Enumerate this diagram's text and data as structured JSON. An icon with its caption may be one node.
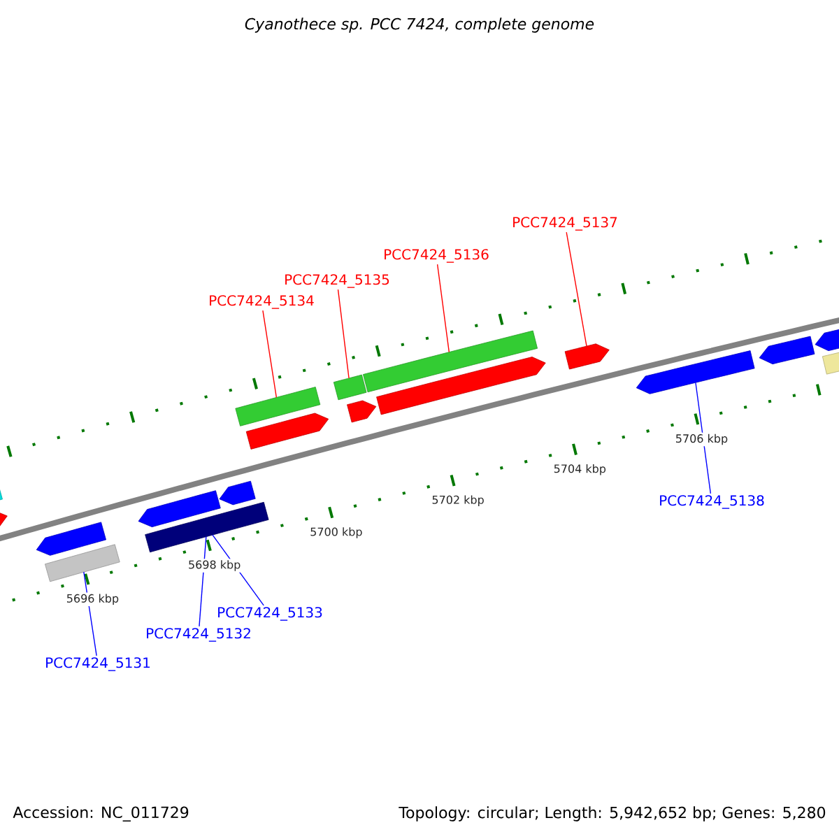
{
  "diagram": {
    "title": "Cyanothece sp. PCC 7424, complete genome",
    "nodes": [
      {
        "text": [
          "PCC7424_5131"
        ]
      },
      {
        "text": [
          "PCC7424_5132"
        ]
      },
      {
        "text": [
          "PCC7424_5133"
        ]
      },
      {
        "text": [
          "PCC7424_5134"
        ]
      },
      {
        "text": [
          "PCC7424_5135"
        ]
      },
      {
        "text": [
          "PCC7424_5136"
        ]
      },
      {
        "text": [
          "PCC7424_5137"
        ]
      },
      {
        "text": [
          "PCC7424_5138"
        ]
      },
      {
        "text": [],
        "shape": "bar"
      },
      {
        "text": [],
        "shape": "arrow"
      },
      {
        "text": [],
        "shape": "arrow"
      },
      {
        "text": [],
        "shape": "bar"
      },
      {
        "text": [],
        "shape": "arrow"
      },
      {
        "text": [],
        "shape": "bar"
      },
      {
        "text": [],
        "shape": "arrow"
      },
      {
        "text": [],
        "shape": "bar"
      },
      {
        "text": [],
        "shape": "arrow"
      },
      {
        "text": [],
        "shape": "bar"
      },
      {
        "text": [],
        "shape": "arrow"
      },
      {
        "text": [],
        "shape": "bar"
      },
      {
        "text": [],
        "shape": "arrow"
      },
      {
        "text": [],
        "shape": "arrow"
      },
      {
        "text": [],
        "shape": "arrow"
      },
      {
        "text": [],
        "shape": "arrow"
      },
      {
        "text": [],
        "shape": "arrow"
      },
      {
        "text": [],
        "shape": "bar"
      }
    ],
    "edges": [
      {
        "from": 0,
        "to": 11,
        "arrow": "none",
        "color": "#0000ff"
      },
      {
        "from": 1,
        "to": 13,
        "arrow": "none",
        "color": "#0000ff"
      },
      {
        "from": 2,
        "to": 13,
        "arrow": "none",
        "color": "#0000ff"
      },
      {
        "from": 3,
        "to": 15,
        "arrow": "none",
        "color": "#ff0000"
      },
      {
        "from": 4,
        "to": 17,
        "arrow": "none",
        "color": "#ff0000"
      },
      {
        "from": 5,
        "to": 19,
        "arrow": "none",
        "color": "#ff0000"
      },
      {
        "from": 6,
        "to": 21,
        "arrow": "none",
        "color": "#ff0000"
      },
      {
        "from": 7,
        "to": 22,
        "arrow": "none",
        "color": "#0000ff"
      }
    ],
    "labels": [
      "5696 kbp",
      "5698 kbp",
      "5700 kbp",
      "5702 kbp",
      "5704 kbp",
      "5706 kbp",
      "Accession: NC_011729",
      "Topology: circular; Length: 5,942,652 bp; Genes: 5,280"
    ]
  }
}
